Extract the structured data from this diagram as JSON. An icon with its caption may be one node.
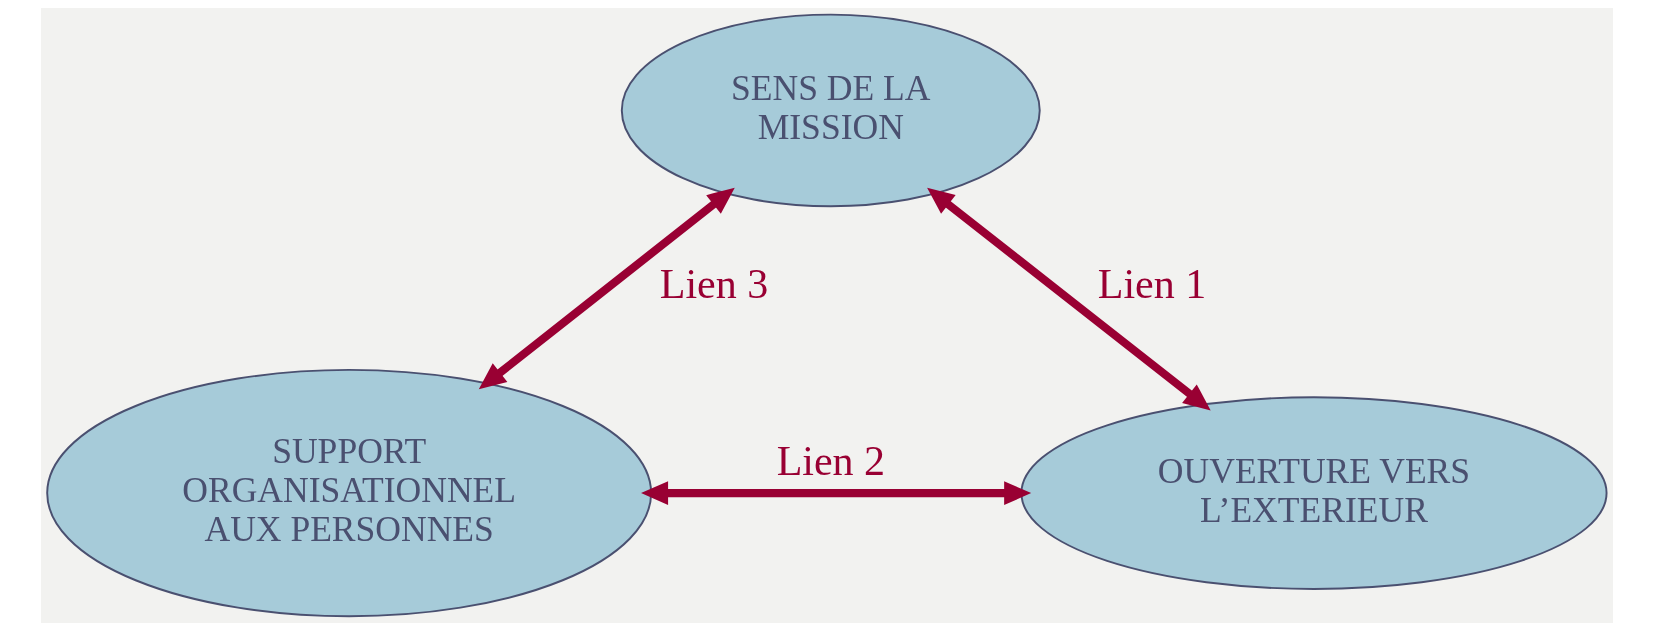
{
  "diagram": {
    "nodes": [
      {
        "text": [
          "SENS DE LA MISSION"
        ]
      },
      {
        "text": [
          "SUPPORT ORGANISATIONNEL AUX PERSONNES"
        ]
      },
      {
        "text": [
          "OUVERTURE VERS L’EXTERIEUR"
        ]
      }
    ],
    "edges": [
      {
        "from": 0,
        "to": 2,
        "arrow": "both",
        "label": "Lien 1"
      },
      {
        "from": 1,
        "to": 2,
        "arrow": "both",
        "label": "Lien 2"
      },
      {
        "from": 0,
        "to": 1,
        "arrow": "both",
        "label": "Lien 3"
      }
    ]
  }
}
